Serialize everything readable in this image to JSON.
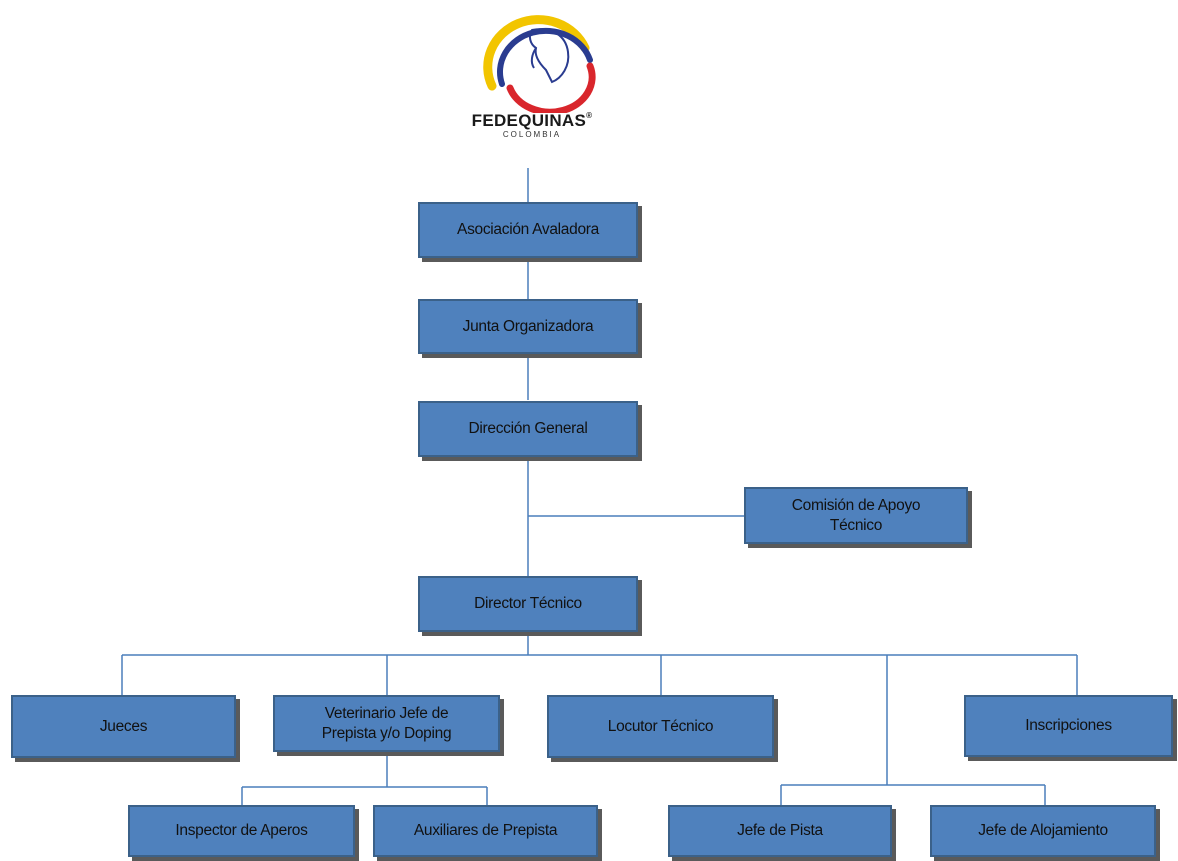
{
  "logo": {
    "name": "FEDEQUINAS",
    "registered": "®",
    "country": "COLOMBIA"
  },
  "nodes": {
    "asociacion": "Asociación Avaladora",
    "junta": "Junta  Organizadora",
    "direccion": "Dirección General",
    "comision": "Comisión de Apoyo Técnico",
    "director": "Director Técnico",
    "jueces": "Jueces",
    "veterinario": "Veterinario Jefe de Prepista y/o Doping",
    "locutor": "Locutor Técnico",
    "inscripciones": "Inscripciones",
    "inspector": "Inspector de Aperos",
    "auxiliares": "Auxiliares  de Prepista",
    "jefe_pista": "Jefe de Pista",
    "jefe_alojamiento": "Jefe de Alojamiento"
  },
  "colors": {
    "box_fill": "#4f81bd",
    "box_border": "#3b6189",
    "connector": "#4a7ebb",
    "logo_yellow": "#f2c500",
    "logo_blue": "#2a3c90",
    "logo_red": "#d9262c"
  }
}
